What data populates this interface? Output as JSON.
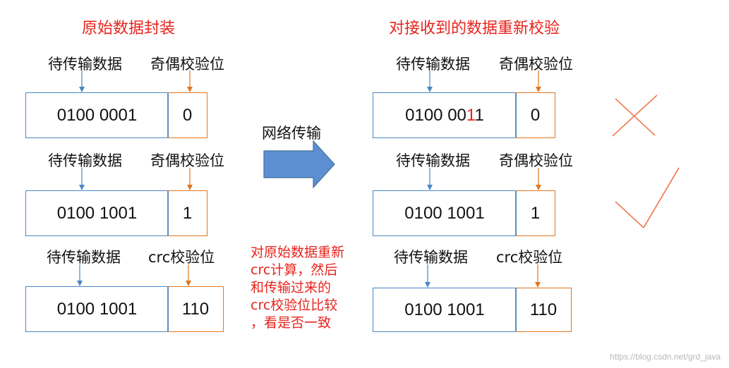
{
  "left": {
    "title": "原始数据封装",
    "rows": [
      {
        "data_label": "待传输数据",
        "check_label": "奇偶校验位",
        "data_value": "0100 0001",
        "check_value": "0"
      },
      {
        "data_label": "待传输数据",
        "check_label": "奇偶校验位",
        "data_value": "0100 1001",
        "check_value": "1"
      },
      {
        "data_label": "待传输数据",
        "check_label": "crc校验位",
        "data_value": "0100 1001",
        "check_value": "110"
      }
    ]
  },
  "middle": {
    "transfer_label": "网络传输",
    "note_lines": [
      "对原始数据重新",
      "crc计算，然后",
      "和传输过来的",
      "crc校验位比较",
      "，看是否一致"
    ]
  },
  "right": {
    "title": "对接收到的数据重新校验",
    "rows": [
      {
        "data_label": "待传输数据",
        "check_label": "奇偶校验位",
        "data_value_normal": "0100 00",
        "data_value_error": "1",
        "data_value_tail": "1",
        "check_value": "0"
      },
      {
        "data_label": "待传输数据",
        "check_label": "奇偶校验位",
        "data_value": "0100 1001",
        "check_value": "1"
      },
      {
        "data_label": "待传输数据",
        "check_label": "crc校验位",
        "data_value": "0100 1001",
        "check_value": "110"
      }
    ]
  },
  "colors": {
    "title": "#e8231d",
    "data_border": "#4a86c5",
    "check_border": "#e0761f",
    "arrow": "#5b8fd1"
  },
  "watermark": "https://blog.csdn.net/grd_java"
}
